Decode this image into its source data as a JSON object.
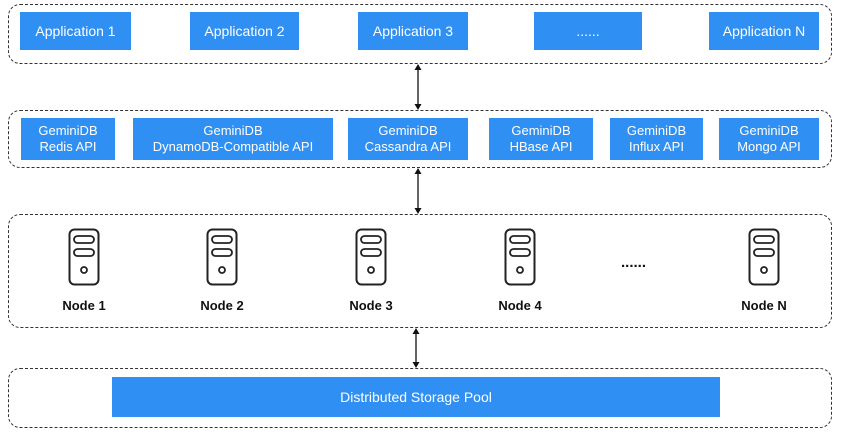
{
  "colors": {
    "box_fill": "#2f8ff2",
    "box_text": "#ffffff",
    "border": "#333333"
  },
  "applications": [
    "Application 1",
    "Application 2",
    "Application 3",
    "......",
    "Application N"
  ],
  "apis": [
    {
      "line1": "GeminiDB",
      "line2": "Redis API"
    },
    {
      "line1": "GeminiDB",
      "line2": "DynamoDB-Compatible API"
    },
    {
      "line1": "GeminiDB",
      "line2": "Cassandra API"
    },
    {
      "line1": "GeminiDB",
      "line2": "HBase API"
    },
    {
      "line1": "GeminiDB",
      "line2": "Influx API"
    },
    {
      "line1": "GeminiDB",
      "line2": "Mongo API"
    }
  ],
  "nodes": [
    "Node 1",
    "Node 2",
    "Node 3",
    "Node 4",
    "Node N"
  ],
  "node_ellipsis": "......",
  "node_icon": "server-icon",
  "storage_label": "Distributed Storage Pool"
}
